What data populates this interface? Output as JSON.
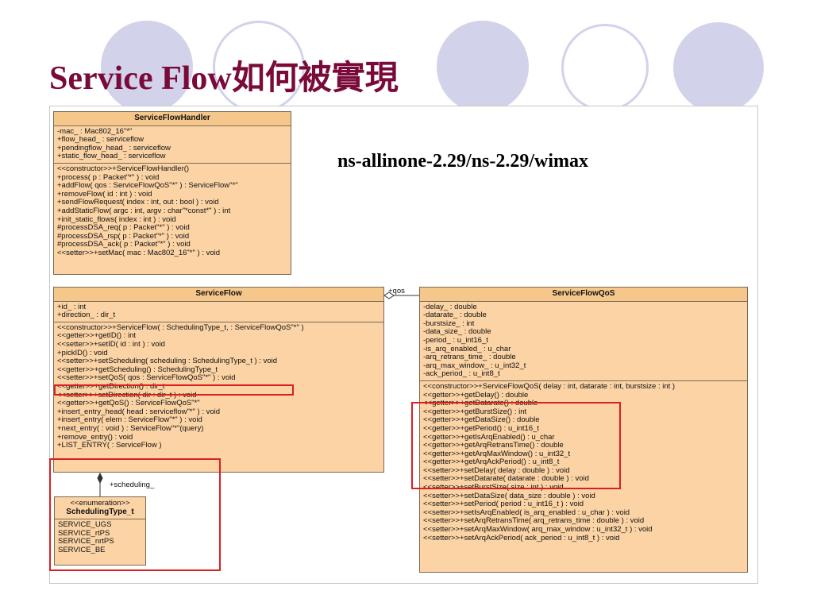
{
  "slide": {
    "title": "Service Flow如何被實現",
    "path_label": "ns-allinone-2.29/ns-2.29/wimax"
  },
  "colors": {
    "title": "#7a0a3a",
    "class_fill": "#fbd3a5",
    "class_header": "#f6c78b",
    "highlight": "#d92020",
    "circle": "#d2d2ea"
  },
  "classes": {
    "handler": {
      "name": "ServiceFlowHandler",
      "attributes": [
        "-mac_ : Mac802_16\"*\"",
        "+flow_head_ : serviceflow",
        "+pendingflow_head_ : serviceflow",
        "+static_flow_head_ : serviceflow"
      ],
      "operations": [
        "<<constructor>>+ServiceFlowHandler()",
        "+process( p : Packet\"*\" ) : void",
        "+addFlow( qos : ServiceFlowQoS\"*\" ) : ServiceFlow\"*\"",
        "+removeFlow( id : int ) : void",
        "+sendFlowRequest( index : int, out : bool ) : void",
        "+addStaticFlow( argc : int, argv : char\"*const*\" ) : int",
        "+init_static_flows( index : int ) : void",
        "#processDSA_req( p : Packet\"*\" ) : void",
        "#processDSA_rsp( p : Packet\"*\" ) : void",
        "#processDSA_ack( p : Packet\"*\" ) : void",
        "<<setter>>+setMac( mac : Mac802_16\"*\" ) : void"
      ]
    },
    "flow": {
      "name": "ServiceFlow",
      "attributes": [
        "+id_ : int",
        "+direction_ : dir_t"
      ],
      "operations": [
        "<<constructor>>+ServiceFlow( : SchedulingType_t, : ServiceFlowQoS\"*\" )",
        "<<getter>>+getID() : int",
        "<<setter>>+setID( id : int ) : void",
        "+pickID() : void",
        "<<setter>>+setScheduling( scheduling : SchedulingType_t ) : void",
        "<<getter>>+getScheduling() : SchedulingType_t",
        "<<setter>>+setQoS( qos : ServiceFlowQoS\"*\" ) : void",
        "<<getter>>+getDirection() : dir_t",
        "<<setter>>+setDirection( dir : dir_t ) : void",
        "<<getter>>+getQoS() : ServiceFlowQoS\"*\"",
        "+insert_entry_head( head : serviceflow\"*\" ) : void",
        "+insert_entry( elem : ServiceFlow\"*\" ) : void",
        "+next_entry( : void ) : ServiceFlow\"*\"(query)",
        "+remove_entry() : void",
        "+LIST_ENTRY( : ServiceFlow )"
      ]
    },
    "qos": {
      "name": "ServiceFlowQoS",
      "attributes": [
        "-delay_ : double",
        "-datarate_ : double",
        "-burstsize_ : int",
        "-data_size_ : double",
        "-period_ : u_int16_t",
        "-is_arq_enabled_ : u_char",
        "-arq_retrans_time_ : double",
        "-arq_max_window_ : u_int32_t",
        "-ack_period_ : u_int8_t"
      ],
      "operations": [
        "<<constructor>>+ServiceFlowQoS( delay : int, datarate : int, burstsize : int )",
        "<<getter>>+getDelay() : double",
        "<<getter>>+getDatarate() : double",
        "<<getter>>+getBurstSize() : int",
        "<<getter>>+getDataSize() : double",
        "<<getter>>+getPeriod() : u_int16_t",
        "<<getter>>+getIsArqEnabled() : u_char",
        "<<getter>>+getArqRetransTime() : double",
        "<<getter>>+getArqMaxWindow() : u_int32_t",
        "<<getter>>+getArqAckPeriod() : u_int8_t",
        "<<setter>>+setDelay( delay : double ) : void",
        "<<setter>>+setDatarate( datarate : double ) : void",
        "<<setter>>+setBurstSize( size : int ) : void",
        "<<setter>>+setDataSize( data_size : double ) : void",
        "<<setter>>+setPeriod( period : u_int16_t ) : void",
        "<<setter>>+setIsArqEnabled( is_arq_enabled : u_char ) : void",
        "<<setter>>+setArqRetransTime( arq_retrans_time : double ) : void",
        "<<setter>>+setArqMaxWindow( arq_max_window : u_int32_t ) : void",
        "<<setter>>+setArqAckPeriod( ack_period : u_int8_t ) : void"
      ]
    },
    "scheduling": {
      "stereotype": "<<enumeration>>",
      "name": "SchedulingType_t",
      "values": [
        "SERVICE_UGS",
        "SERVICE_rtPS",
        "SERVICE_nrtPS",
        "SERVICE_BE"
      ]
    }
  },
  "associations": {
    "qos_label": "+qos",
    "scheduling_label": "+scheduling_"
  }
}
